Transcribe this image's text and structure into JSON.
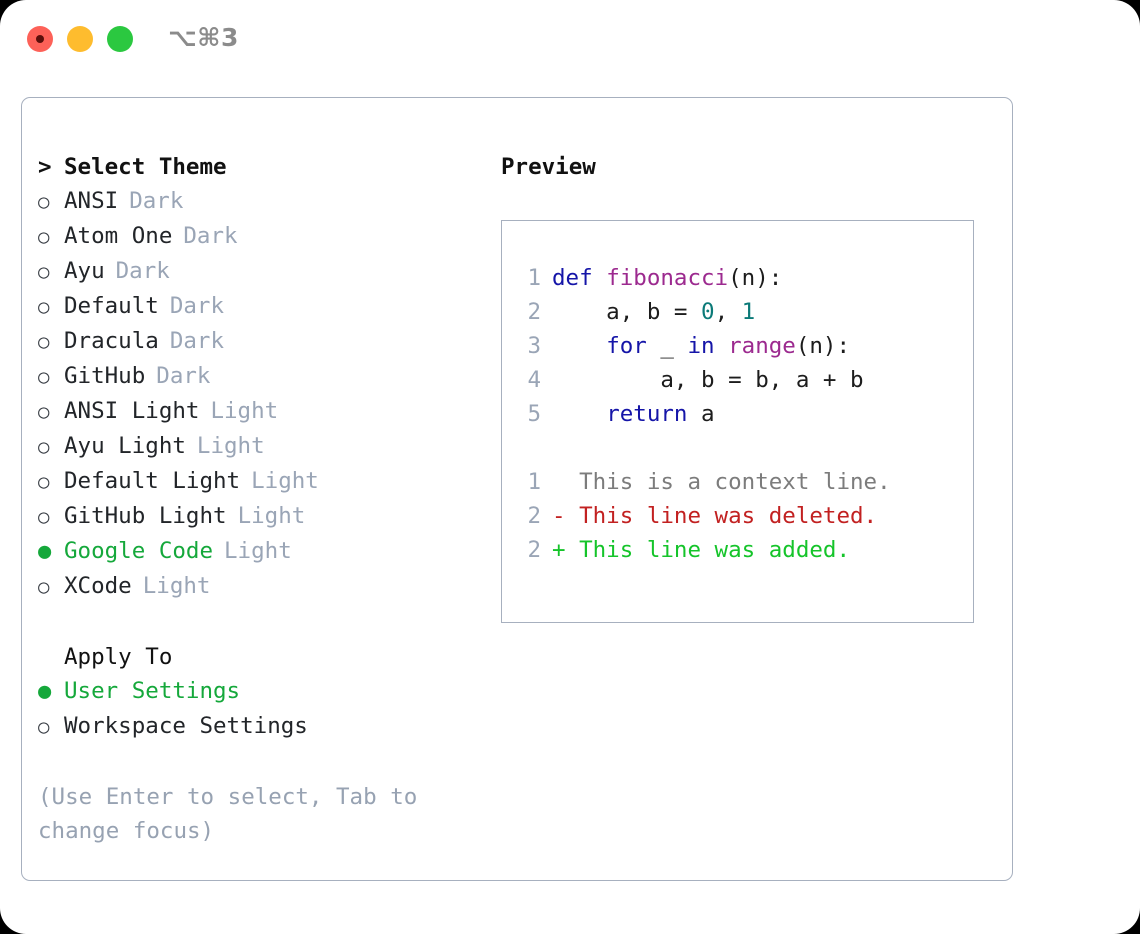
{
  "titlebar": {
    "lights": [
      "close-red",
      "minimize-yellow",
      "maximize-green"
    ],
    "shortcut": "⌥⌘3"
  },
  "theme_picker": {
    "heading_caret": ">",
    "heading": "Select Theme",
    "marker_selected": "●",
    "marker_unselected": "○",
    "items": [
      {
        "label": "ANSI",
        "badge": "Dark",
        "selected": false
      },
      {
        "label": "Atom One",
        "badge": "Dark",
        "selected": false
      },
      {
        "label": "Ayu",
        "badge": "Dark",
        "selected": false
      },
      {
        "label": "Default",
        "badge": "Dark",
        "selected": false
      },
      {
        "label": "Dracula",
        "badge": "Dark",
        "selected": false
      },
      {
        "label": "GitHub",
        "badge": "Dark",
        "selected": false
      },
      {
        "label": "ANSI Light",
        "badge": "Light",
        "selected": false
      },
      {
        "label": "Ayu Light",
        "badge": "Light",
        "selected": false
      },
      {
        "label": "Default Light",
        "badge": "Light",
        "selected": false
      },
      {
        "label": "GitHub Light",
        "badge": "Light",
        "selected": false
      },
      {
        "label": "Google Code",
        "badge": "Light",
        "selected": true
      },
      {
        "label": "XCode",
        "badge": "Light",
        "selected": false
      }
    ]
  },
  "apply_to": {
    "heading": "Apply To",
    "items": [
      {
        "label": "User Settings",
        "selected": true
      },
      {
        "label": "Workspace Settings",
        "selected": false
      }
    ]
  },
  "hint": "(Use Enter to select, Tab to change focus)",
  "preview": {
    "title": "Preview",
    "code_lines": [
      {
        "num": "1",
        "tokens": [
          {
            "t": "def ",
            "c": "tok-kw"
          },
          {
            "t": "fibonacci",
            "c": "tok-fn"
          },
          {
            "t": "(n):",
            "c": "tok-txt"
          }
        ]
      },
      {
        "num": "2",
        "tokens": [
          {
            "t": "    a, b = ",
            "c": "tok-txt"
          },
          {
            "t": "0",
            "c": "tok-num"
          },
          {
            "t": ", ",
            "c": "tok-txt"
          },
          {
            "t": "1",
            "c": "tok-num"
          }
        ]
      },
      {
        "num": "3",
        "tokens": [
          {
            "t": "    ",
            "c": "tok-txt"
          },
          {
            "t": "for",
            "c": "tok-kw"
          },
          {
            "t": " _ ",
            "c": "tok-txt"
          },
          {
            "t": "in",
            "c": "tok-kw"
          },
          {
            "t": " ",
            "c": "tok-txt"
          },
          {
            "t": "range",
            "c": "tok-fn"
          },
          {
            "t": "(n):",
            "c": "tok-txt"
          }
        ]
      },
      {
        "num": "4",
        "tokens": [
          {
            "t": "        a, b = b, a + b",
            "c": "tok-txt"
          }
        ]
      },
      {
        "num": "5",
        "tokens": [
          {
            "t": "    ",
            "c": "tok-txt"
          },
          {
            "t": "return",
            "c": "tok-kw"
          },
          {
            "t": " a",
            "c": "tok-txt"
          }
        ]
      }
    ],
    "diff_lines": [
      {
        "num": "1",
        "text": "  This is a context line.",
        "kind": "diff-ctx"
      },
      {
        "num": "2",
        "text": "- This line was deleted.",
        "kind": "diff-del"
      },
      {
        "num": "2",
        "text": "+ This line was added.",
        "kind": "diff-add"
      }
    ]
  },
  "colors": {
    "accent_green": "#15a83b",
    "muted": "#9aa5b6",
    "border": "#a7b0bf",
    "keyword": "#1515a8",
    "function": "#9c2a8f",
    "number": "#0b7a78",
    "diff_delete": "#c22121",
    "diff_add": "#15c42a"
  }
}
